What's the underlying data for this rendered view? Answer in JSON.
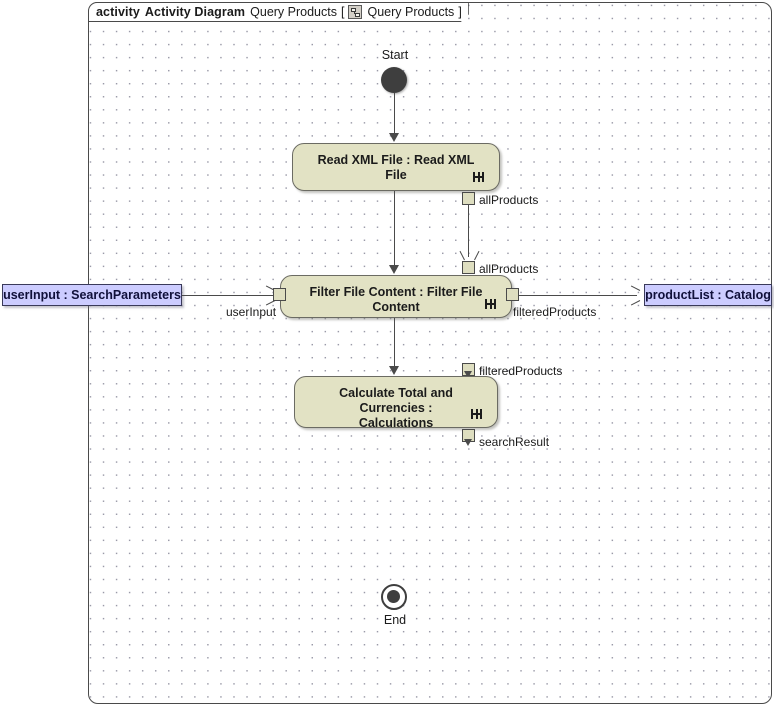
{
  "frame": {
    "keyword": "activity",
    "type_label": "Activity Diagram",
    "name": "Query Products",
    "bracket_open": "[",
    "ref_icon": "diagram-icon",
    "ref_name": "Query Products",
    "bracket_close": "]"
  },
  "nodes": {
    "start": {
      "label": "Start",
      "icon": "initial-node-icon"
    },
    "end": {
      "label": "End",
      "icon": "final-node-icon"
    },
    "actions": [
      {
        "id": "read",
        "label": "Read XML File : Read XML File",
        "icon": "rake-icon"
      },
      {
        "id": "filter",
        "label": "Filter File Content : Filter File Content",
        "icon": "rake-icon"
      },
      {
        "id": "calc",
        "label": "Calculate Total and Currencies :\nCalculations",
        "icon": "rake-icon"
      }
    ],
    "objects": [
      {
        "id": "userinput",
        "label": "userInput : SearchParameters"
      },
      {
        "id": "productlist",
        "label": "productList : Catalog"
      }
    ]
  },
  "pins": {
    "read_out": "allProducts",
    "filter_in": "allProducts",
    "filter_user": "userInput",
    "filter_out": "filteredProducts",
    "calc_in": "filteredProducts",
    "calc_out": "searchResult"
  },
  "colors": {
    "action_fill": "#E2E2C4",
    "action_border": "#6B6B63",
    "object_fill": "#CCCCFF",
    "object_border": "#3A3A5A",
    "pin_fill": "#DEDEC0",
    "edge": "#4A4A4A",
    "node_fill": "#3E3E3E",
    "frame_border": "#4A4A4A",
    "canvas": "#FFFFFF"
  }
}
